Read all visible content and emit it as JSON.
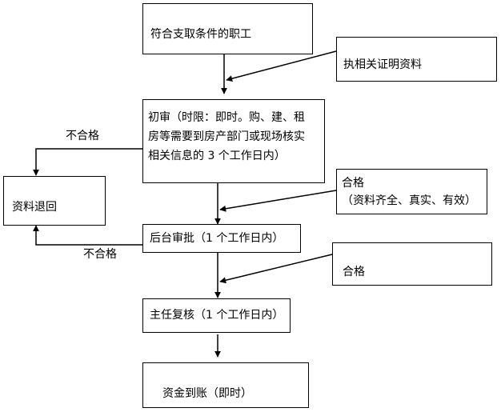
{
  "nodes": {
    "eligible_employee": "符合支取条件的职工",
    "documents": "执相关证明资料",
    "initial_review": [
      "初审（时限：即时。购、建、租",
      "房等需要到房产部门或现场核实",
      "相关信息的 3 个工作日内）"
    ],
    "returned": "资料退回",
    "pass_1": [
      "合格",
      "（资料齐全、真实、有效）"
    ],
    "backend_approval": "后台审批（1 个工作日内）",
    "pass_2": "合格",
    "director_review": "主任复核（1 个工作日内）",
    "funds_arrival": "资金到账（即时）"
  },
  "edge_labels": {
    "fail_1": "不合格",
    "fail_2": "不合格"
  }
}
